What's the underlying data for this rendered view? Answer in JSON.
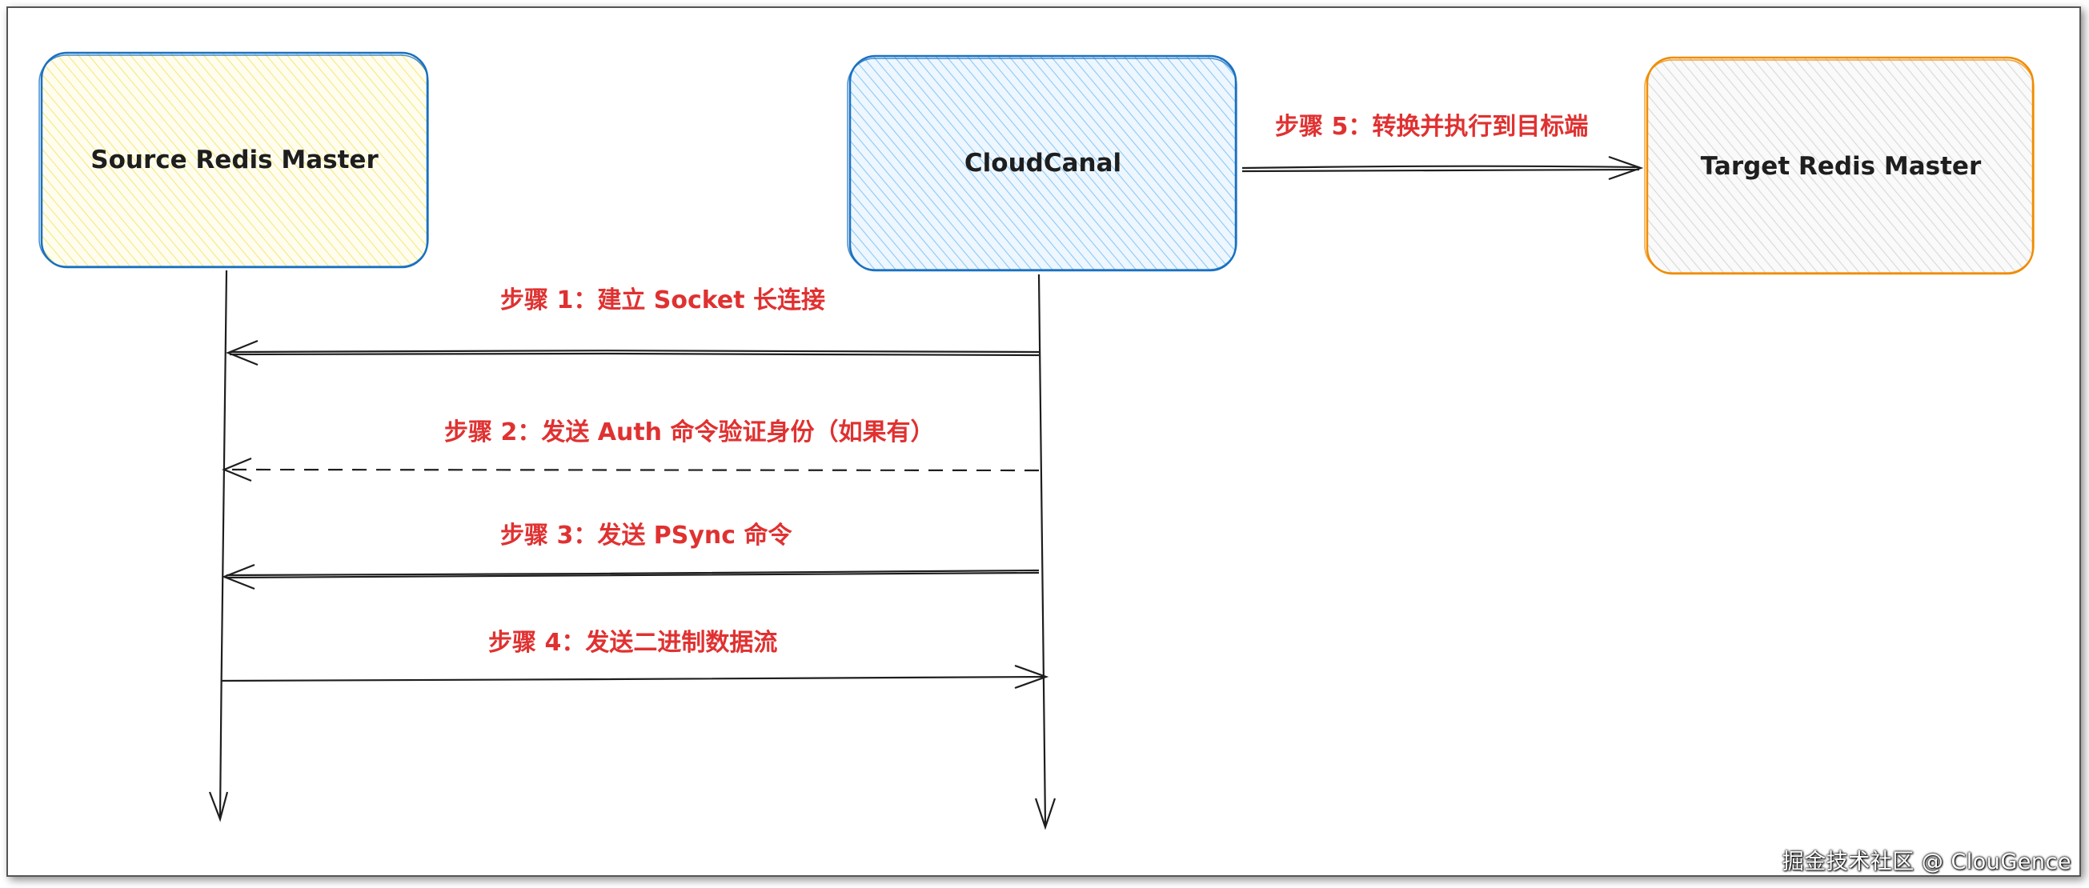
{
  "diagram": {
    "nodes": [
      {
        "id": "source",
        "label": "Source Redis Master",
        "fill": "#fff9c4",
        "stroke": "#1971c2"
      },
      {
        "id": "cloudcanal",
        "label": "CloudCanal",
        "fill": "#a5d8ff",
        "stroke": "#1971c2"
      },
      {
        "id": "target",
        "label": "Target Redis Master",
        "fill": "#e9ecef",
        "stroke": "#f08c00"
      }
    ],
    "edges": [
      {
        "id": "step1",
        "label": "步骤 1：建立 Socket 长连接",
        "from": "cloudcanal",
        "to": "source",
        "style": "solid"
      },
      {
        "id": "step2",
        "label": "步骤 2：发送 Auth 命令验证身份（如果有）",
        "from": "cloudcanal",
        "to": "source",
        "style": "dashed"
      },
      {
        "id": "step3",
        "label": "步骤 3：发送 PSync 命令",
        "from": "cloudcanal",
        "to": "source",
        "style": "solid"
      },
      {
        "id": "step4",
        "label": "步骤 4：发送二进制数据流",
        "from": "source",
        "to": "cloudcanal",
        "style": "solid"
      },
      {
        "id": "step5",
        "label": "步骤 5：转换并执行到目标端",
        "from": "cloudcanal",
        "to": "target",
        "style": "solid"
      }
    ]
  },
  "watermark": "掘金技术社区 @ ClouGence",
  "colors": {
    "edge_label": "#e03131",
    "line": "#1e1e1e"
  }
}
